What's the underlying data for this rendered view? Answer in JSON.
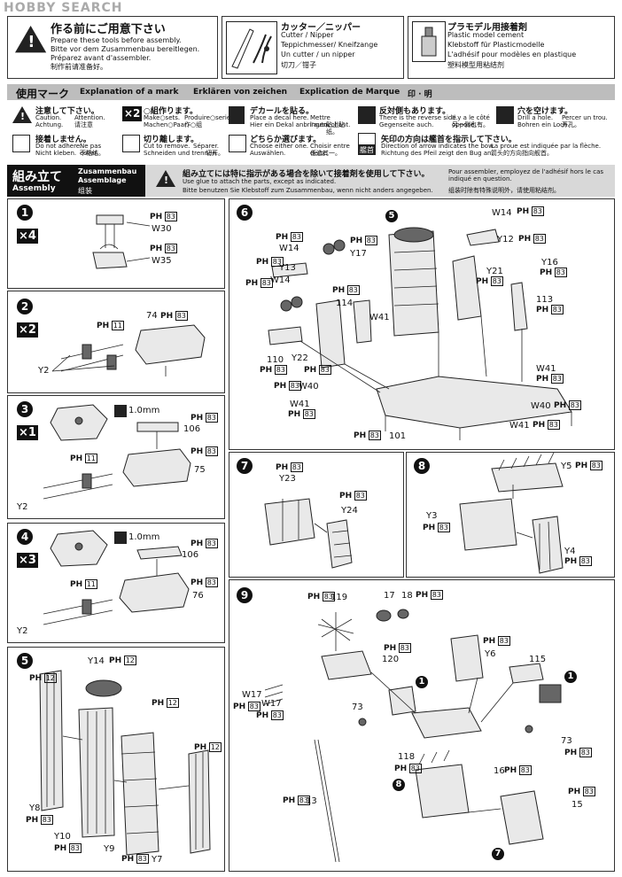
{
  "watermark": "HOBBY SEARCH",
  "tools": {
    "prepare": {
      "jp": "作る前にご用意下さい",
      "lines": [
        "Prepare these tools before assembly.",
        "Bitte vor dem Zusammenbau bereitlegen.",
        "Préparez avant d'assembler.",
        "制作前请准备好。"
      ]
    },
    "cutter": {
      "jp": "カッター／ニッパー",
      "lines": [
        "Cutter / Nipper",
        "Teppichmesser/ Kneifzange",
        "Un cutter / un nipper",
        "切刀／钳子"
      ]
    },
    "cement": {
      "jp": "プラモデル用接着剤",
      "lines": [
        "Plastic model cement",
        "Klebstoff für Plasticmodelle",
        "L'adhésif pour modèles en plastique",
        "塑料模型用粘结剂"
      ]
    }
  },
  "marks": {
    "title_jp": "使用マーク",
    "title_en": "Explanation of a mark",
    "title_de": "Erklären von zeichen",
    "title_fr": "Explication de Marque",
    "title_cn": "印 · 明",
    "items": [
      {
        "jp": "注意して下さい。",
        "a": "Caution.",
        "b": "Attention.",
        "c": "Achtung.",
        "d": "请注意"
      },
      {
        "jp": "○組作ります。",
        "a": "Make○sets.",
        "b": "Produire○series.",
        "c": "Machen○Paar.",
        "d": "作○组"
      },
      {
        "jp": "デカールを貼る。",
        "a": "Place a decal here.",
        "b": "Mettre l'autocollant.",
        "c": "Hier ein Dekal anbringen.",
        "d": "贴上贴纸。"
      },
      {
        "jp": "反対側もあります。",
        "a": "There is the reverse side.",
        "b": "Il y a le côté opposé.",
        "c": "Gegenseite auch.",
        "d": "另一侧也有。"
      },
      {
        "jp": "穴を空けます。",
        "a": "Drill a hole.",
        "b": "Percer un trou.",
        "c": "Bohren ein Loch.",
        "d": "开孔。"
      },
      {
        "jp": "接着しません。",
        "a": "Do not adhere.",
        "b": "Ne pas coller.",
        "c": "Nicht kleben.",
        "d": "不粘结。"
      },
      {
        "jp": "切り離します。",
        "a": "Cut to remove.",
        "b": "Séparer.",
        "c": "Schneiden und trennen.",
        "d": "切开。"
      },
      {
        "jp": "どちらか選びます。",
        "a": "Choose either one.",
        "b": "Choisir entre deux.",
        "c": "Auswählen.",
        "d": "任选其一。"
      },
      {
        "jp": "矢印の方向は艦首を指示して下さい。",
        "a": "Direction of arrow indicates the bow.",
        "b": "La proue est indiquée par la flèche.",
        "c": "Richtung des Pfeil zeigt den Bug an.",
        "d": "箭头的方向指向舰首。"
      }
    ],
    "times_label": "×2",
    "bow_label": "艦首"
  },
  "assembly": {
    "jp": "組み立て",
    "en": "Assembly",
    "de": "Zusammenbau",
    "fr": "Assemblage",
    "cn": "组装",
    "notice_jp": "組み立てには特に指示がある場合を除いて接着剤を使用して下さい。",
    "notice_en": "Use glue to attach the parts, except as indicated.",
    "notice_de": "Bitte benutzen Sie Klebstoff zum Zusammenbau, wenn nicht anders angegeben.",
    "notice_fr": "Pour assembler, employez de l'adhésif hors le cas indiqué en question.",
    "notice_cn": "组装时除有特殊说明外，请使用粘结剂。"
  },
  "ph": "PH",
  "steps": {
    "s1": {
      "num": "1",
      "mult": "×4",
      "labels": [
        "W30",
        "W35"
      ],
      "codes": [
        "83",
        "83"
      ]
    },
    "s2": {
      "num": "2",
      "mult": "×2",
      "labels": [
        "74",
        "Y2"
      ],
      "codes": [
        "83",
        "11"
      ]
    },
    "s3": {
      "num": "3",
      "mult": "×1",
      "labels": [
        "106",
        "75",
        "Y2"
      ],
      "drill": "1.0mm",
      "codes": [
        "83",
        "83",
        "11"
      ]
    },
    "s4": {
      "num": "4",
      "mult": "×3",
      "labels": [
        "106",
        "76",
        "Y2"
      ],
      "drill": "1.0mm",
      "codes": [
        "83",
        "83",
        "11"
      ]
    },
    "s5": {
      "num": "5",
      "labels": [
        "Y14",
        "Y8",
        "Y10",
        "Y9",
        "Y7"
      ],
      "codes": [
        "12",
        "12",
        "12",
        "83",
        "83",
        "83",
        "12"
      ]
    },
    "s6": {
      "num": "6",
      "labels": [
        "W14",
        "Y12",
        "W14",
        "Y17",
        "Y13",
        "Y21",
        "Y16",
        "W14",
        "114",
        "W41",
        "113",
        "110",
        "Y22",
        "W40",
        "W41",
        "W41",
        "W40",
        "W41",
        "101"
      ],
      "codes": [
        "83"
      ],
      "ref": "5"
    },
    "s7": {
      "num": "7",
      "labels": [
        "Y23",
        "Y24"
      ],
      "codes": [
        "83",
        "83"
      ]
    },
    "s8": {
      "num": "8",
      "labels": [
        "Y5",
        "Y3",
        "Y4"
      ],
      "codes": [
        "83",
        "83",
        "83"
      ]
    },
    "s9": {
      "num": "9",
      "labels": [
        "119",
        "17",
        "18",
        "120",
        "Y6",
        "115",
        "W17",
        "W17",
        "73",
        "118",
        "73",
        "16",
        "13",
        "15"
      ],
      "codes": [
        "83"
      ],
      "refs": [
        "1",
        "1",
        "8",
        "7"
      ]
    }
  },
  "colors": {
    "bar": "#bdbdbd",
    "ink": "#111111"
  }
}
